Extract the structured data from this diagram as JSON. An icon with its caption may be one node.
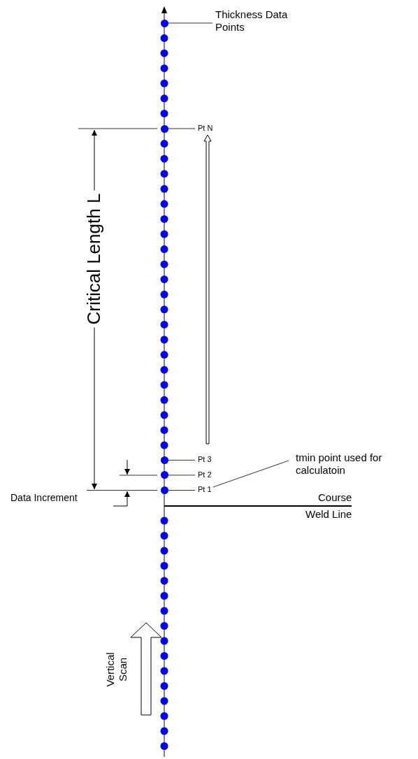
{
  "diagram": {
    "nodes": [
      {
        "text": [
          "Thickness Data Points"
        ]
      },
      {
        "text": [],
        "shape": "circle"
      },
      {
        "text": [
          "Pt N"
        ]
      },
      {
        "text": [],
        "shape": "circle"
      },
      {
        "text": [
          "Pt 3"
        ]
      },
      {
        "text": [],
        "shape": "circle"
      },
      {
        "text": [
          "Pt 2"
        ]
      },
      {
        "text": [],
        "shape": "circle"
      },
      {
        "text": [
          "Pt 1"
        ]
      },
      {
        "text": [],
        "shape": "circle"
      },
      {
        "text": [
          "tmin point used for calculatoin"
        ]
      }
    ],
    "edges": [
      {
        "from": 0,
        "to": 1,
        "arrow": "none"
      },
      {
        "from": 2,
        "to": 3,
        "arrow": "none"
      },
      {
        "from": 4,
        "to": 5,
        "arrow": "none"
      },
      {
        "from": 6,
        "to": 7,
        "arrow": "none"
      },
      {
        "from": 8,
        "to": 9,
        "arrow": "none"
      },
      {
        "from": 10,
        "to": 8,
        "arrow": "none"
      }
    ],
    "labels": [
      "Critical Length L",
      "Data Increment",
      "Course",
      "Weld Line",
      "Vertical Scan"
    ]
  }
}
